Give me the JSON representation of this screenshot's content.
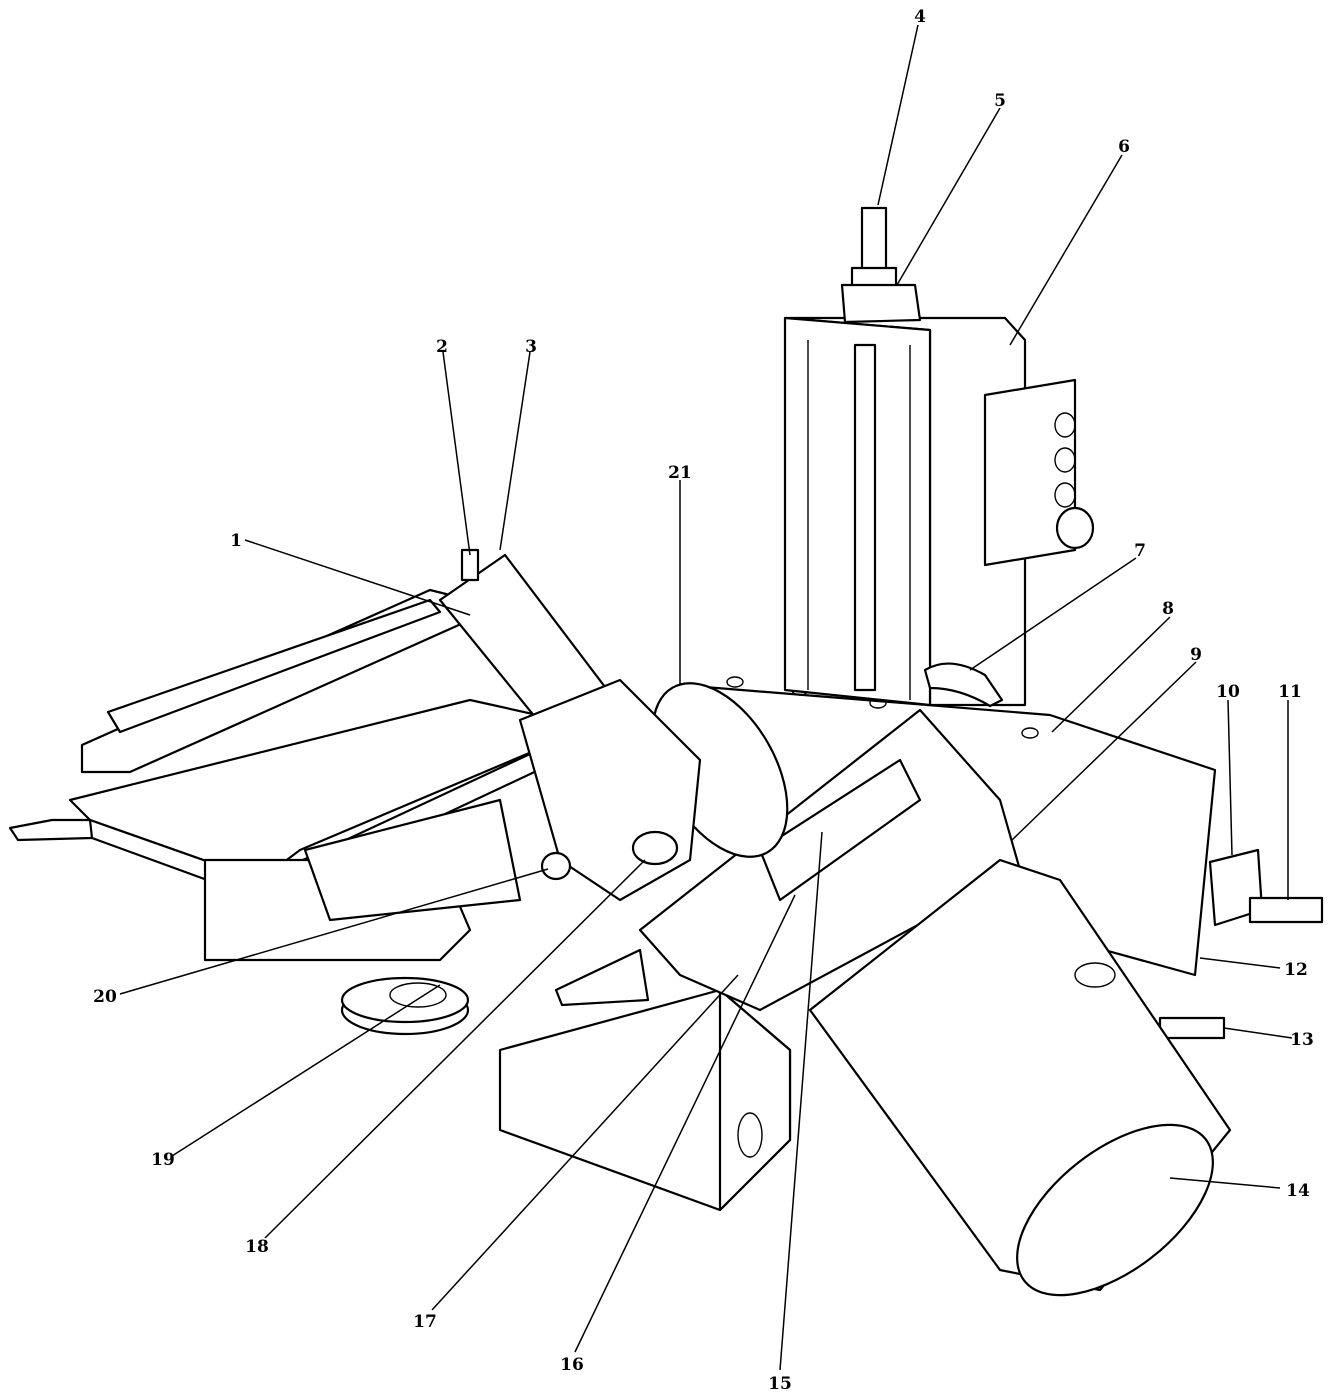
{
  "diagram": {
    "callouts": [
      "1",
      "2",
      "3",
      "4",
      "5",
      "6",
      "7",
      "8",
      "9",
      "10",
      "11",
      "12",
      "13",
      "14",
      "15",
      "16",
      "17",
      "18",
      "19",
      "20",
      "21"
    ],
    "line_color": "#000000",
    "background_color": "#ffffff"
  }
}
